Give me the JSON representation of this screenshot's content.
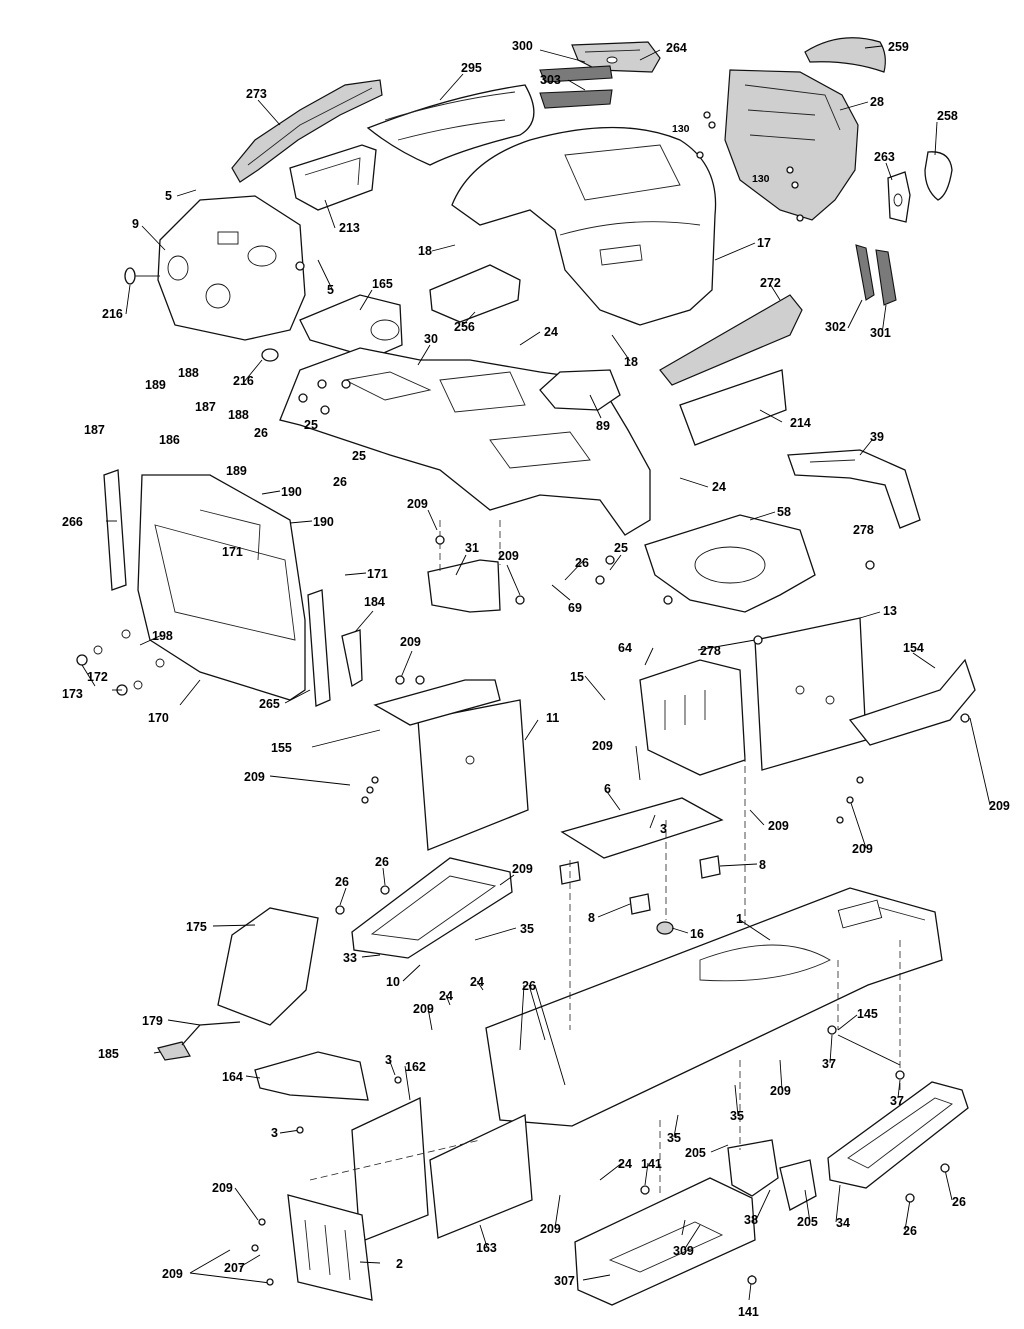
{
  "diagram": {
    "callouts": [
      {
        "id": "c300",
        "text": "300"
      },
      {
        "id": "c264",
        "text": "264"
      },
      {
        "id": "c259",
        "text": "259"
      },
      {
        "id": "c295",
        "text": "295"
      },
      {
        "id": "c303",
        "text": "303"
      },
      {
        "id": "c273",
        "text": "273"
      },
      {
        "id": "c28",
        "text": "28"
      },
      {
        "id": "c130a",
        "text": "130"
      },
      {
        "id": "c130b",
        "text": "130"
      },
      {
        "id": "c258",
        "text": "258"
      },
      {
        "id": "c263",
        "text": "263"
      },
      {
        "id": "c5a",
        "text": "5"
      },
      {
        "id": "c9",
        "text": "9"
      },
      {
        "id": "c213",
        "text": "213"
      },
      {
        "id": "c5b",
        "text": "5"
      },
      {
        "id": "c18a",
        "text": "18"
      },
      {
        "id": "c17",
        "text": "17"
      },
      {
        "id": "c216a",
        "text": "216"
      },
      {
        "id": "c165",
        "text": "165"
      },
      {
        "id": "c256",
        "text": "256"
      },
      {
        "id": "c24a",
        "text": "24"
      },
      {
        "id": "c272",
        "text": "272"
      },
      {
        "id": "c302",
        "text": "302"
      },
      {
        "id": "c301",
        "text": "301"
      },
      {
        "id": "c216b",
        "text": "216"
      },
      {
        "id": "c18b",
        "text": "18"
      },
      {
        "id": "c30",
        "text": "30"
      },
      {
        "id": "c189a",
        "text": "189"
      },
      {
        "id": "c188a",
        "text": "188"
      },
      {
        "id": "c187a",
        "text": "187"
      },
      {
        "id": "c187b",
        "text": "187"
      },
      {
        "id": "c188b",
        "text": "188"
      },
      {
        "id": "c186",
        "text": "186"
      },
      {
        "id": "c189b",
        "text": "189"
      },
      {
        "id": "c26a",
        "text": "26"
      },
      {
        "id": "c25a",
        "text": "25"
      },
      {
        "id": "c25b",
        "text": "25"
      },
      {
        "id": "c26b",
        "text": "26"
      },
      {
        "id": "c89",
        "text": "89"
      },
      {
        "id": "c214",
        "text": "214"
      },
      {
        "id": "c39",
        "text": "39"
      },
      {
        "id": "c24b",
        "text": "24"
      },
      {
        "id": "c190a",
        "text": "190"
      },
      {
        "id": "c190b",
        "text": "190"
      },
      {
        "id": "c266",
        "text": "266"
      },
      {
        "id": "c209a",
        "text": "209"
      },
      {
        "id": "c58",
        "text": "58"
      },
      {
        "id": "c278a",
        "text": "278"
      },
      {
        "id": "c171a",
        "text": "171"
      },
      {
        "id": "c31",
        "text": "31"
      },
      {
        "id": "c209b",
        "text": "209"
      },
      {
        "id": "c26c",
        "text": "26"
      },
      {
        "id": "c25c",
        "text": "25"
      },
      {
        "id": "c171b",
        "text": "171"
      },
      {
        "id": "c69",
        "text": "69"
      },
      {
        "id": "c184",
        "text": "184"
      },
      {
        "id": "c13",
        "text": "13"
      },
      {
        "id": "c278b",
        "text": "278"
      },
      {
        "id": "c198",
        "text": "198"
      },
      {
        "id": "c209c",
        "text": "209"
      },
      {
        "id": "c64",
        "text": "64"
      },
      {
        "id": "c154",
        "text": "154"
      },
      {
        "id": "c172",
        "text": "172"
      },
      {
        "id": "c15",
        "text": "15"
      },
      {
        "id": "c173",
        "text": "173"
      },
      {
        "id": "c265",
        "text": "265"
      },
      {
        "id": "c170",
        "text": "170"
      },
      {
        "id": "c11",
        "text": "11"
      },
      {
        "id": "c155",
        "text": "155"
      },
      {
        "id": "c209d",
        "text": "209"
      },
      {
        "id": "c209e",
        "text": "209"
      },
      {
        "id": "c209f",
        "text": "209"
      },
      {
        "id": "c6",
        "text": "6"
      },
      {
        "id": "c3a",
        "text": "3"
      },
      {
        "id": "c209g",
        "text": "209"
      },
      {
        "id": "c209h",
        "text": "209"
      },
      {
        "id": "c26d",
        "text": "26"
      },
      {
        "id": "c209i",
        "text": "209"
      },
      {
        "id": "c26e",
        "text": "26"
      },
      {
        "id": "c8a",
        "text": "8"
      },
      {
        "id": "c175",
        "text": "175"
      },
      {
        "id": "c8b",
        "text": "8"
      },
      {
        "id": "c35a",
        "text": "35"
      },
      {
        "id": "c16",
        "text": "16"
      },
      {
        "id": "c1",
        "text": "1"
      },
      {
        "id": "c33",
        "text": "33"
      },
      {
        "id": "c10",
        "text": "10"
      },
      {
        "id": "c24c",
        "text": "24"
      },
      {
        "id": "c24d",
        "text": "24"
      },
      {
        "id": "c209j",
        "text": "209"
      },
      {
        "id": "c26f",
        "text": "26"
      },
      {
        "id": "c179",
        "text": "179"
      },
      {
        "id": "c145",
        "text": "145"
      },
      {
        "id": "c185",
        "text": "185"
      },
      {
        "id": "c3b",
        "text": "3"
      },
      {
        "id": "c162",
        "text": "162"
      },
      {
        "id": "c164",
        "text": "164"
      },
      {
        "id": "c37a",
        "text": "37"
      },
      {
        "id": "c209k",
        "text": "209"
      },
      {
        "id": "c37b",
        "text": "37"
      },
      {
        "id": "c3c",
        "text": "3"
      },
      {
        "id": "c35b",
        "text": "35"
      },
      {
        "id": "c35c",
        "text": "35"
      },
      {
        "id": "c205a",
        "text": "205"
      },
      {
        "id": "c24e",
        "text": "24"
      },
      {
        "id": "c141a",
        "text": "141"
      },
      {
        "id": "c209l",
        "text": "209"
      },
      {
        "id": "c38",
        "text": "38"
      },
      {
        "id": "c205b",
        "text": "205"
      },
      {
        "id": "c26g",
        "text": "26"
      },
      {
        "id": "c163",
        "text": "163"
      },
      {
        "id": "c209m",
        "text": "209"
      },
      {
        "id": "c309",
        "text": "309"
      },
      {
        "id": "c34",
        "text": "34"
      },
      {
        "id": "c26h",
        "text": "26"
      },
      {
        "id": "c207",
        "text": "207"
      },
      {
        "id": "c2",
        "text": "2"
      },
      {
        "id": "c209n",
        "text": "209"
      },
      {
        "id": "c307",
        "text": "307"
      },
      {
        "id": "c141b",
        "text": "141"
      }
    ]
  }
}
